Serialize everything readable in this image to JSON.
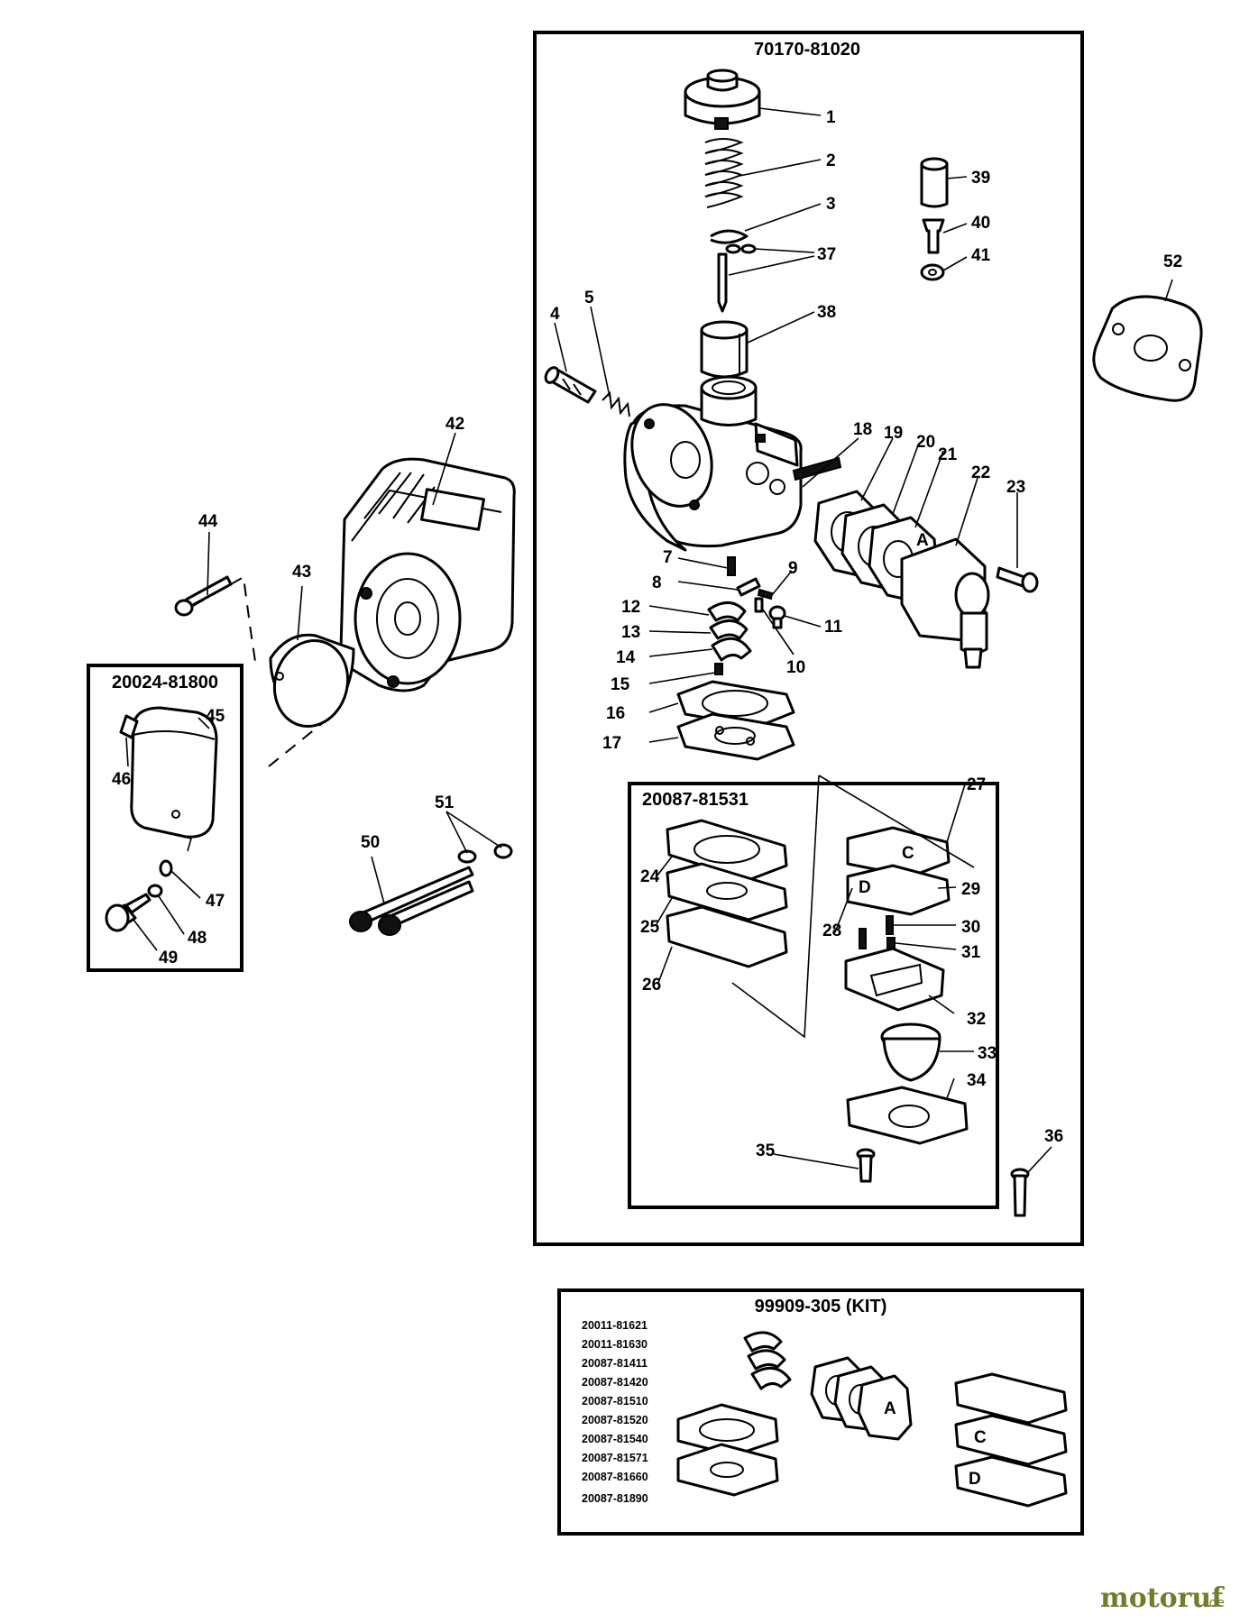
{
  "assemblies": {
    "carburetor": "70170-81020",
    "air_filter": "20024-81800",
    "diaphragm_set": "20087-81531",
    "kit": "99909-305 (KIT)"
  },
  "kit_parts": [
    "20011-81621",
    "20011-81630",
    "20087-81411",
    "20087-81420",
    "20087-81510",
    "20087-81520",
    "20087-81540",
    "20087-81571",
    "20087-81660",
    "20087-81890"
  ],
  "callouts": {
    "p1": "1",
    "p2": "2",
    "p3": "3",
    "p4": "4",
    "p5": "5",
    "p7": "7",
    "p8": "8",
    "p9": "9",
    "p10": "10",
    "p11": "11",
    "p12": "12",
    "p13": "13",
    "p14": "14",
    "p15": "15",
    "p16": "16",
    "p17": "17",
    "p18": "18",
    "p19": "19",
    "p20": "20",
    "p21": "21",
    "p22": "22",
    "p23": "23",
    "p24": "24",
    "p25": "25",
    "p26": "26",
    "p27": "27",
    "p28": "28",
    "p29": "29",
    "p30": "30",
    "p31": "31",
    "p32": "32",
    "p33": "33",
    "p34": "34",
    "p35": "35",
    "p36": "36",
    "p37": "37",
    "p38": "38",
    "p39": "39",
    "p40": "40",
    "p41": "41",
    "p42": "42",
    "p43": "43",
    "p44": "44",
    "p45": "45",
    "p46": "46",
    "p47": "47",
    "p48": "48",
    "p49": "49",
    "p50": "50",
    "p51": "51",
    "p52": "52"
  },
  "gasket_letters": {
    "a": "A",
    "c": "C",
    "d": "D"
  },
  "watermark": {
    "brand": "motoruf",
    "suffix": ".de"
  },
  "colors": {
    "ink": "#000000",
    "paper": "#ffffff",
    "watermark": "#6e7f2a"
  }
}
